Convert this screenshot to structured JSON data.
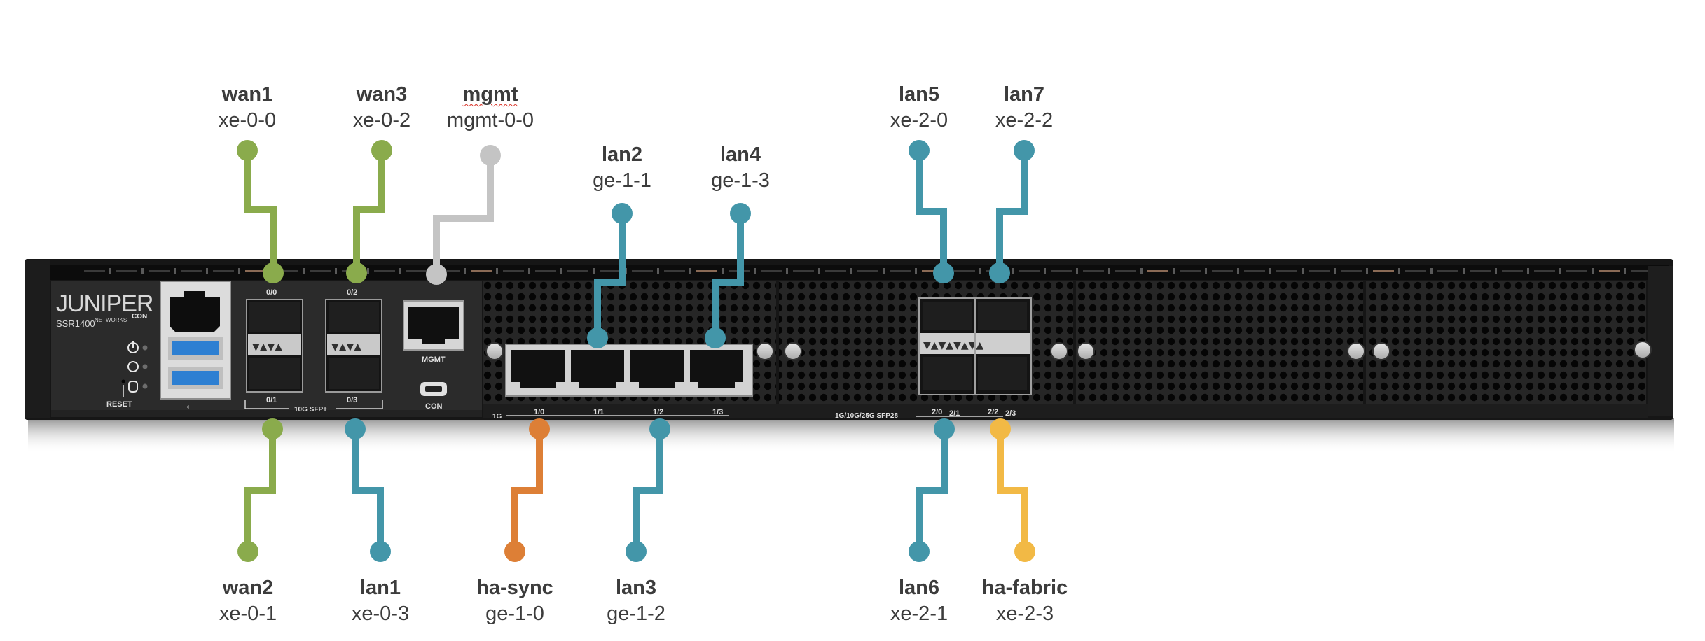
{
  "device": {
    "brand": "JUNIPER",
    "brand_sub": "NETWORKS",
    "model": "SSR1400",
    "con_label_left": "CON",
    "reset_label": "RESET",
    "mgmt_port_label": "MGMT",
    "con_port_label": "CON",
    "sfp_plus_label": "10G SFP+",
    "sfp_plus_ports": [
      "0/0",
      "0/1",
      "0/2",
      "0/3"
    ],
    "ge_label": "1G",
    "ge_ports": [
      "1/0",
      "1/1",
      "1/2",
      "1/3"
    ],
    "sfp28_label": "1G/10G/25G SFP28",
    "sfp28_ports": [
      "2/0",
      "2/1",
      "2/2",
      "2/3"
    ]
  },
  "colors": {
    "wan": "#8aab4c",
    "lan": "#4396a9",
    "mgmt": "#c4c4c4",
    "ha_sync": "#dd7f36",
    "ha_fabric": "#f2b945",
    "text": "#3c3c3c"
  },
  "callouts": [
    {
      "id": "wan1",
      "name": "wan1",
      "iface": "xe-0-0",
      "side": "top",
      "role": "wan"
    },
    {
      "id": "wan3",
      "name": "wan3",
      "iface": "xe-0-2",
      "side": "top",
      "role": "wan"
    },
    {
      "id": "mgmt",
      "name": "mgmt",
      "iface": "mgmt-0-0",
      "side": "top",
      "role": "mgmt"
    },
    {
      "id": "lan2",
      "name": "lan2",
      "iface": "ge-1-1",
      "side": "top",
      "role": "lan"
    },
    {
      "id": "lan4",
      "name": "lan4",
      "iface": "ge-1-3",
      "side": "top",
      "role": "lan"
    },
    {
      "id": "lan5",
      "name": "lan5",
      "iface": "xe-2-0",
      "side": "top",
      "role": "lan"
    },
    {
      "id": "lan7",
      "name": "lan7",
      "iface": "xe-2-2",
      "side": "top",
      "role": "lan"
    },
    {
      "id": "wan2",
      "name": "wan2",
      "iface": "xe-0-1",
      "side": "bottom",
      "role": "wan"
    },
    {
      "id": "lan1",
      "name": "lan1",
      "iface": "xe-0-3",
      "side": "bottom",
      "role": "lan"
    },
    {
      "id": "ha-sync",
      "name": "ha-sync",
      "iface": "ge-1-0",
      "side": "bottom",
      "role": "ha_sync"
    },
    {
      "id": "lan3",
      "name": "lan3",
      "iface": "ge-1-2",
      "side": "bottom",
      "role": "lan"
    },
    {
      "id": "lan6",
      "name": "lan6",
      "iface": "xe-2-1",
      "side": "bottom",
      "role": "lan"
    },
    {
      "id": "ha-fabric",
      "name": "ha-fabric",
      "iface": "xe-2-3",
      "side": "bottom",
      "role": "ha_fabric"
    }
  ]
}
